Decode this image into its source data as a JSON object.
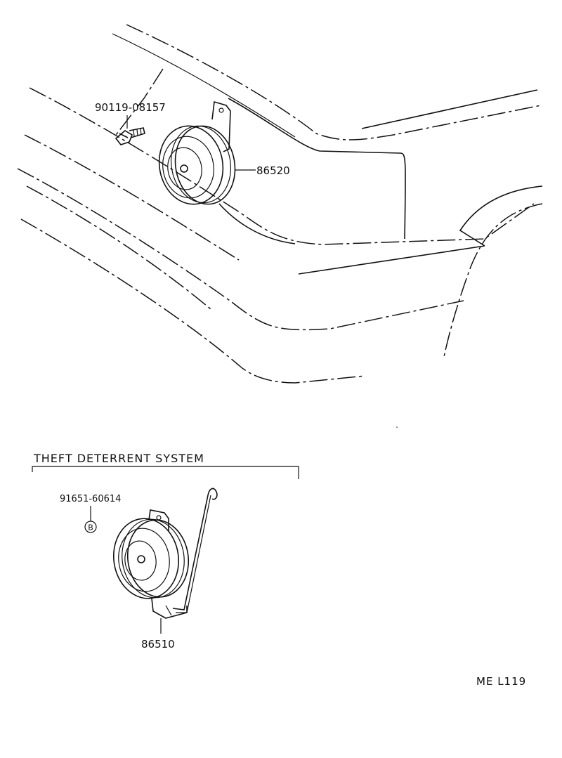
{
  "diagram": {
    "parts": {
      "bolt": {
        "part_number": "90119-08157",
        "icon": "bolt-icon"
      },
      "horn_main": {
        "part_number": "86520",
        "icon": "horn-icon"
      },
      "horn_theft": {
        "part_number": "86510",
        "icon": "horn-icon"
      },
      "nut_b": {
        "part_number": "91651-60614",
        "marker": "B",
        "icon": "nut-b-icon"
      }
    },
    "section": {
      "title": "THEFT DETERRENT SYSTEM"
    },
    "reference_code": "ME L119"
  }
}
